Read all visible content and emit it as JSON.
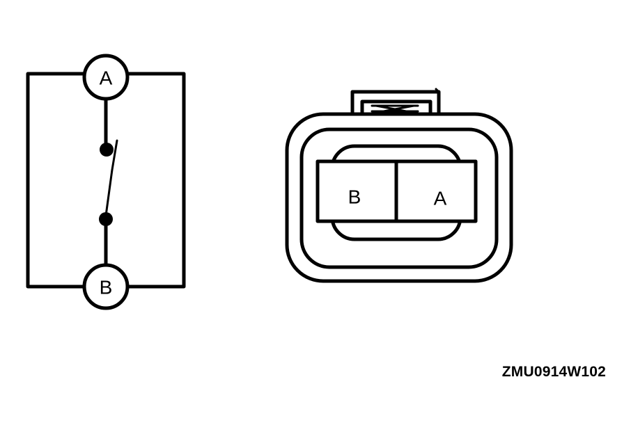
{
  "switch_circuit": {
    "terminal_top": "A",
    "terminal_bottom": "B"
  },
  "connector": {
    "pin_left": "B",
    "pin_right": "A"
  },
  "figure_code": "ZMU0914W102"
}
